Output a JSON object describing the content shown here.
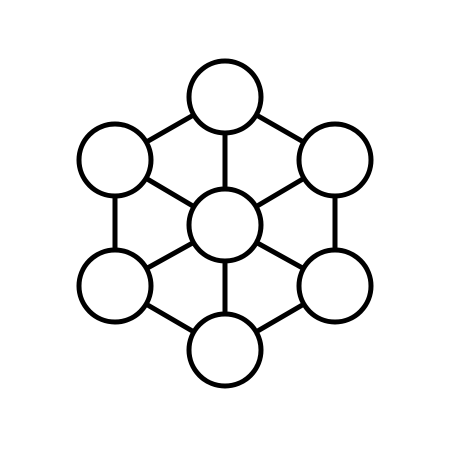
{
  "icon": {
    "name": "network-molecule-icon",
    "stroke_color": "#000000",
    "fill_color": "#ffffff",
    "background_color": "#ffffff"
  },
  "diagram": {
    "nodes": [
      {
        "id": "center"
      },
      {
        "id": "top"
      },
      {
        "id": "upper-right"
      },
      {
        "id": "lower-right"
      },
      {
        "id": "bottom"
      },
      {
        "id": "lower-left"
      },
      {
        "id": "upper-left"
      }
    ],
    "edges": [
      [
        "center",
        "top"
      ],
      [
        "center",
        "upper-right"
      ],
      [
        "center",
        "lower-right"
      ],
      [
        "center",
        "bottom"
      ],
      [
        "center",
        "lower-left"
      ],
      [
        "center",
        "upper-left"
      ],
      [
        "top",
        "upper-right"
      ],
      [
        "upper-right",
        "lower-right"
      ],
      [
        "lower-right",
        "bottom"
      ],
      [
        "bottom",
        "lower-left"
      ],
      [
        "lower-left",
        "upper-left"
      ],
      [
        "upper-left",
        "top"
      ]
    ]
  }
}
